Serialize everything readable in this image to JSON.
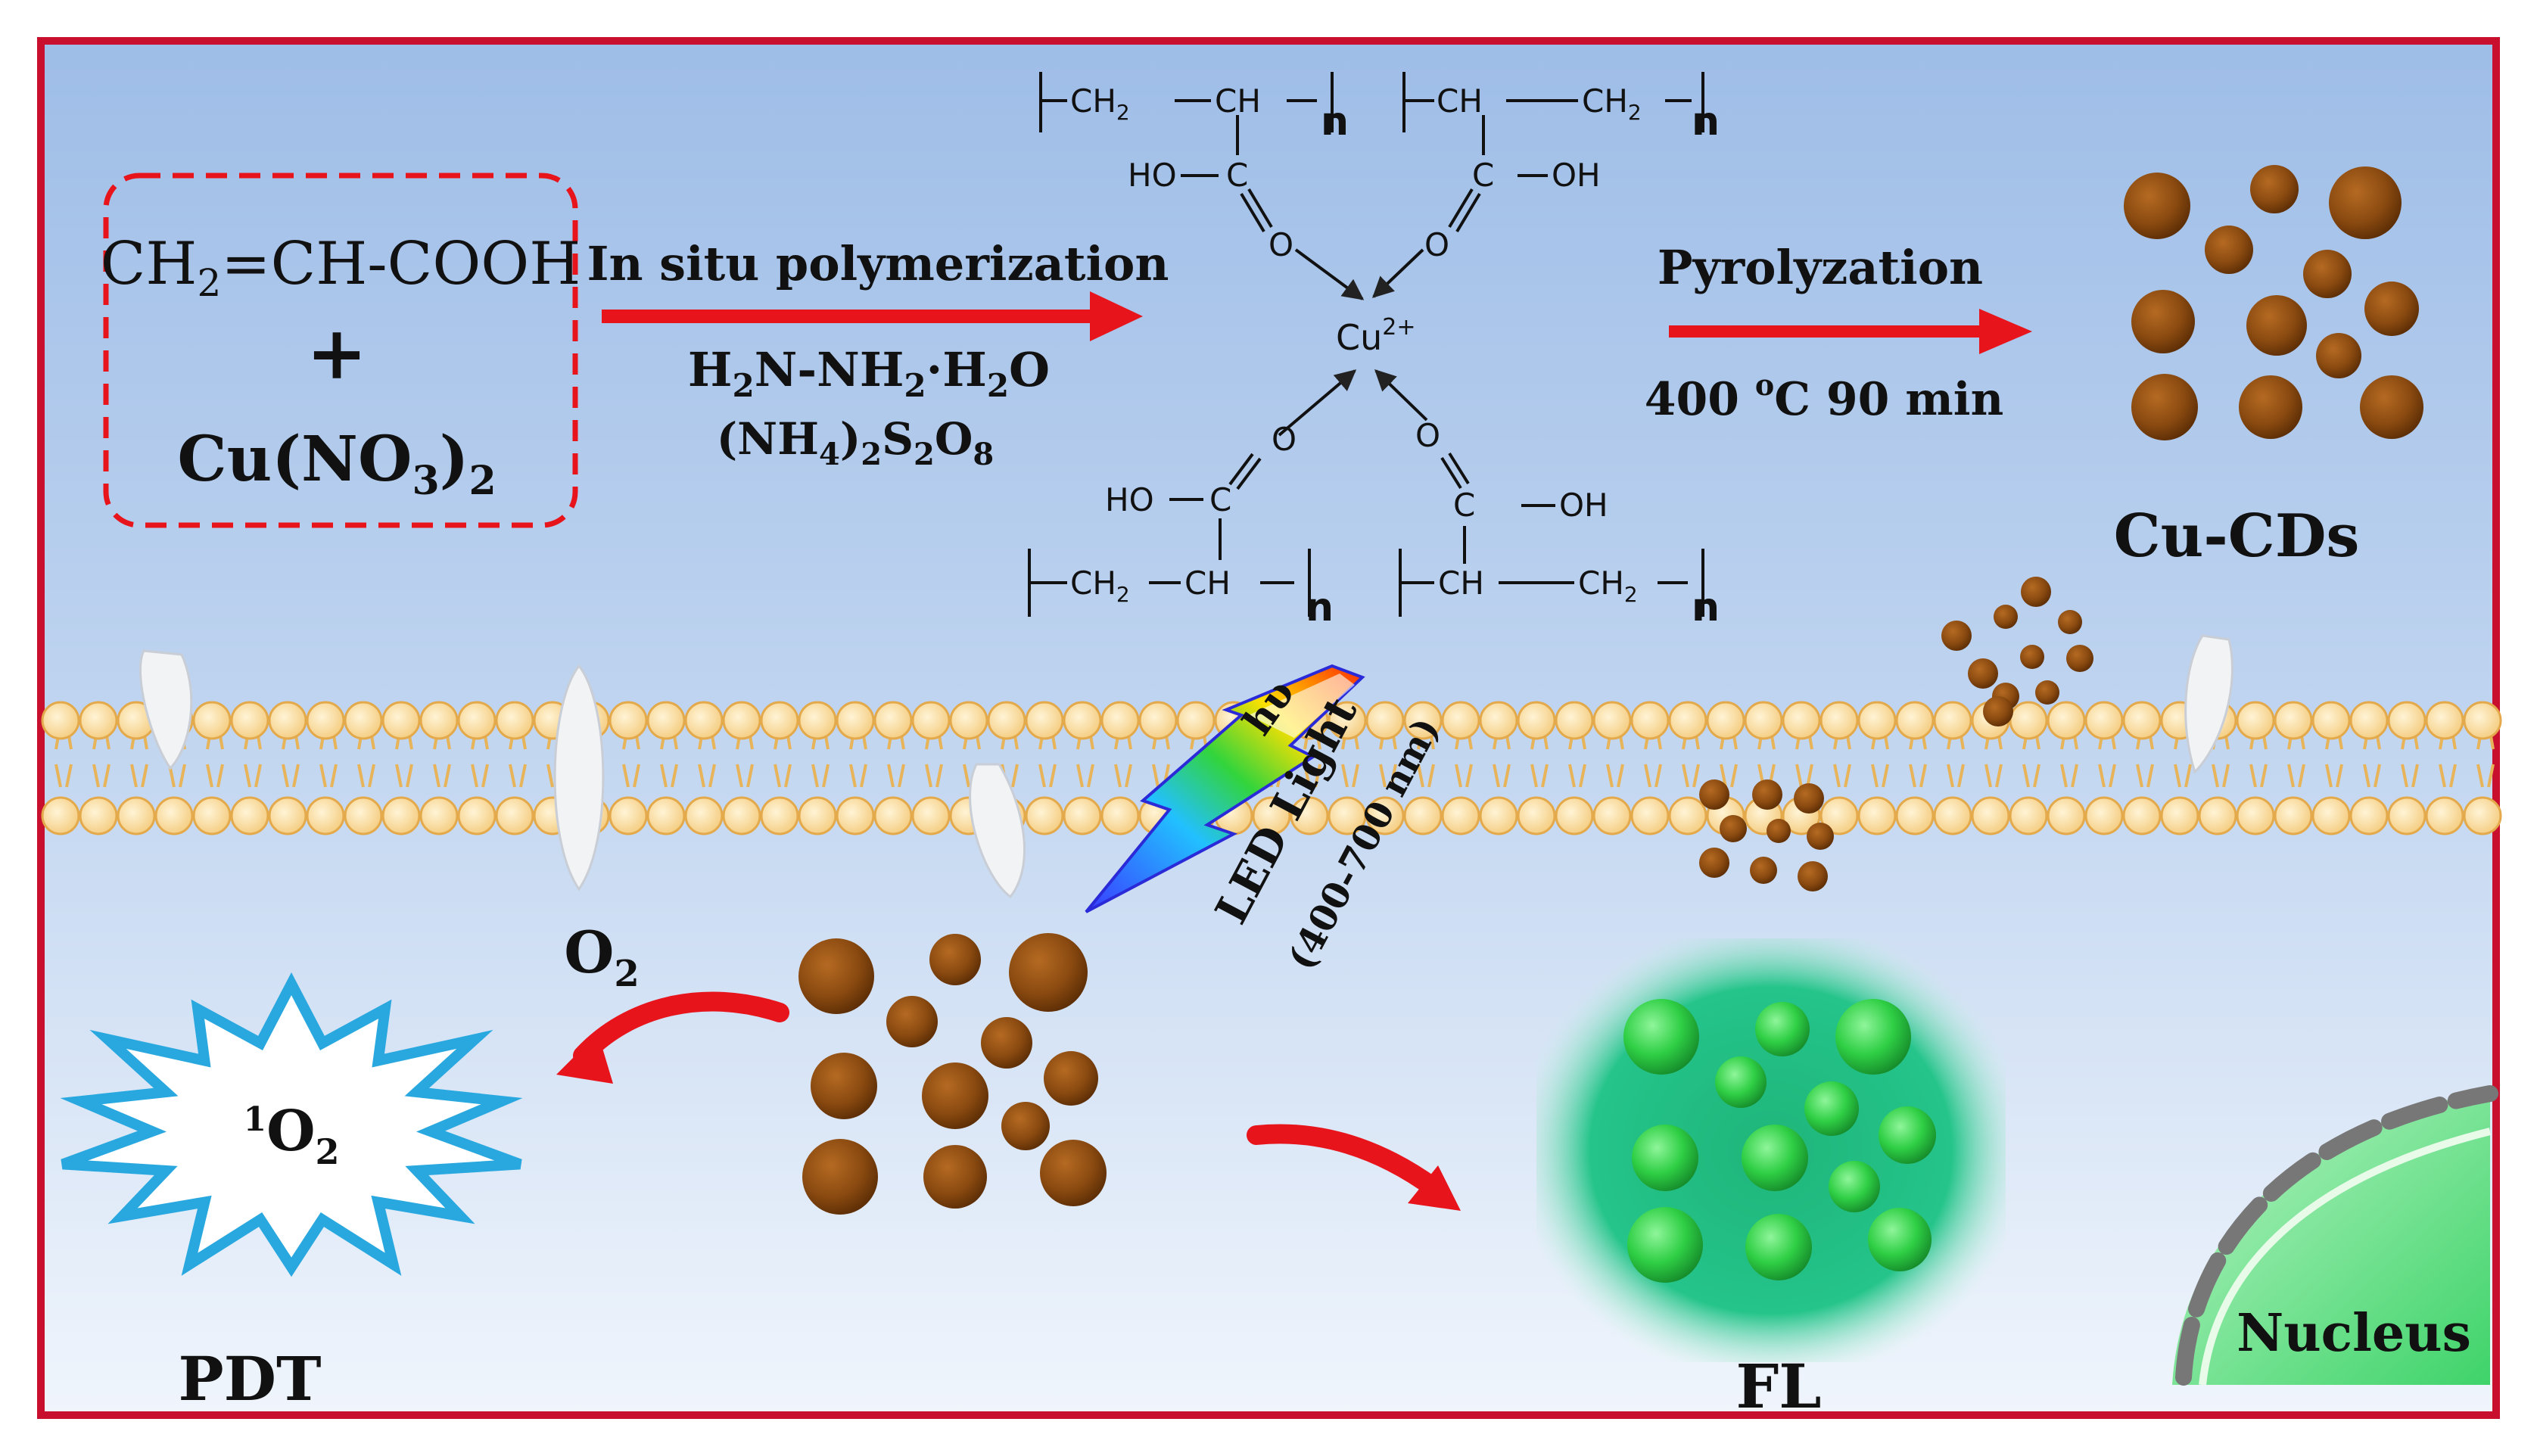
{
  "reactants": {
    "line1": "CH",
    "line1_sub": "2",
    "line1_rest": "=CH-COOH",
    "plus": "+",
    "line3": "Cu(NO",
    "line3_sub1": "3",
    "line3_close": ")",
    "line3_sub2": "2"
  },
  "step1": {
    "label": "In situ polymerization",
    "reagent1_a": "H",
    "reagent1_a_sub": "2",
    "reagent1_b": "N-NH",
    "reagent1_b_sub": "2",
    "reagent1_c": "·H",
    "reagent1_c_sub": "2",
    "reagent1_d": "O",
    "reagent2_a": "(NH",
    "reagent2_a_sub": "4",
    "reagent2_b": ")",
    "reagent2_b_sub": "2",
    "reagent2_c": "S",
    "reagent2_c_sub": "2",
    "reagent2_d": "O",
    "reagent2_d_sub": "8"
  },
  "polymer": {
    "ch2": "CH",
    "sub2": "2",
    "ch": "CH",
    "n": "n",
    "ho": "HO",
    "oh": "OH",
    "c": "C",
    "o": "O",
    "cu": "Cu",
    "cu_charge": "2+"
  },
  "step2": {
    "label": "Pyrolyzation",
    "cond_a": "400 ",
    "cond_sup": "o",
    "cond_b": "C 90 min"
  },
  "product_label": "Cu-CDs",
  "light": {
    "hv": "hυ",
    "label": "LED Light",
    "range": "(400-700 nm)"
  },
  "o2": {
    "text": "O",
    "sub": "2"
  },
  "singlet": {
    "sup": "1",
    "text": "O",
    "sub": "2"
  },
  "outputs": {
    "pdt": "PDT",
    "fl": "FL",
    "nucleus": "Nucleus"
  },
  "colors": {
    "frame": "#c8102e",
    "bg_top": "#9dbce6",
    "bg_bottom": "#eef3fb",
    "arrow": "#e8141c",
    "particle": "#8a4a10",
    "green_particle": "#2ecc40",
    "membrane": "#f7d48a",
    "singlet_star": "#29a8e0"
  }
}
